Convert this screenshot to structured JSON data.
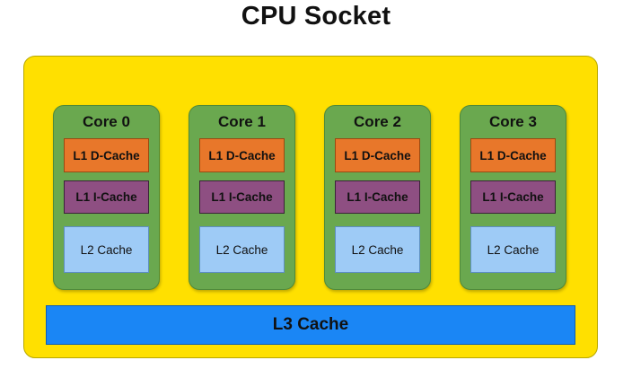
{
  "title": "CPU Socket",
  "cores": [
    {
      "label": "Core 0",
      "l1d": "L1 D-Cache",
      "l1i": "L1 I-Cache",
      "l2": "L2 Cache"
    },
    {
      "label": "Core 1",
      "l1d": "L1 D-Cache",
      "l1i": "L1 I-Cache",
      "l2": "L2 Cache"
    },
    {
      "label": "Core 2",
      "l1d": "L1 D-Cache",
      "l1i": "L1 I-Cache",
      "l2": "L2 Cache"
    },
    {
      "label": "Core 3",
      "l1d": "L1 D-Cache",
      "l1i": "L1 I-Cache",
      "l2": "L2 Cache"
    }
  ],
  "l3": "L3 Cache",
  "colors": {
    "socket": "#ffe000",
    "core": "#6aa84f",
    "l1d": "#e8772a",
    "l1i": "#8e4f82",
    "l2": "#9ecbf6",
    "l3": "#1a86f5"
  }
}
